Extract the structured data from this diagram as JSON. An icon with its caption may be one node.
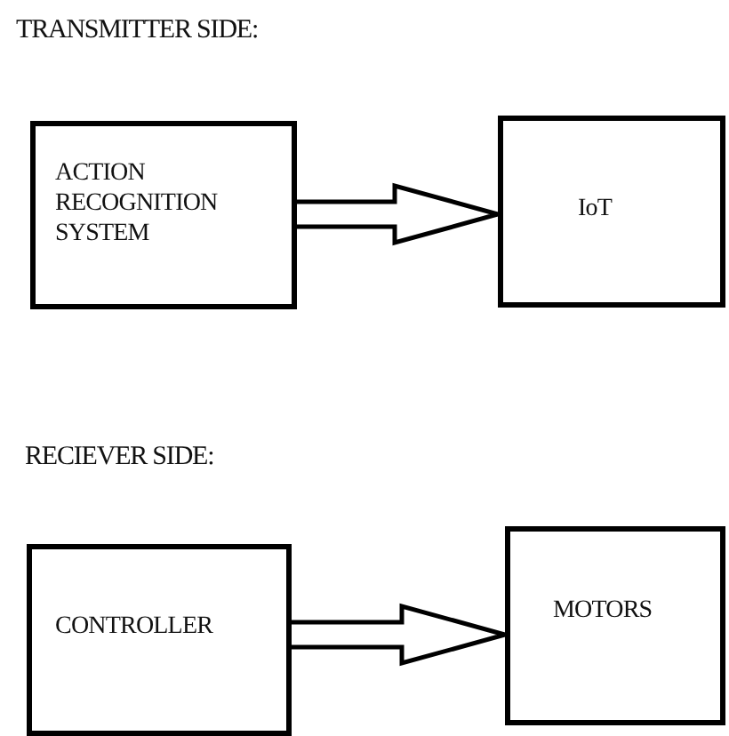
{
  "diagram": {
    "nodes": [
      {
        "text": [
          "ACTION RECOGNITION SYSTEM"
        ]
      },
      {
        "text": [
          "IoT"
        ]
      },
      {
        "text": [
          "CONTROLLER"
        ]
      },
      {
        "text": [
          "MOTORS"
        ]
      }
    ],
    "edges": [
      {
        "from": 0,
        "to": 1,
        "arrow": "to"
      },
      {
        "from": 2,
        "to": 3,
        "arrow": "to"
      }
    ],
    "labels": [
      "TRANSMITTER SIDE:",
      "RECIEVER SIDE:"
    ]
  }
}
